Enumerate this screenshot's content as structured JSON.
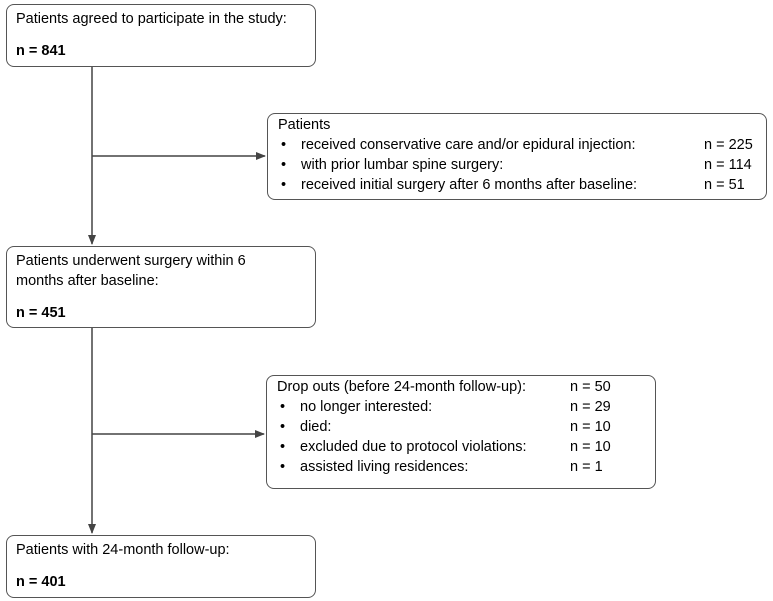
{
  "flow": {
    "step1": {
      "title": "Patients agreed to participate in the study:",
      "n": "n = 841"
    },
    "exclusion1": {
      "title": "Patients",
      "items": [
        {
          "label": "received conservative care and/or epidural injection:",
          "n": "n = 225"
        },
        {
          "label": "with prior lumbar spine surgery:",
          "n": "n = 114"
        },
        {
          "label": "received initial surgery after 6 months after baseline:",
          "n": "n = 51"
        }
      ]
    },
    "step2": {
      "title_line1": "Patients underwent  surgery within 6",
      "title_line2": "months after baseline:",
      "n": "n = 451"
    },
    "dropouts": {
      "title": "Drop outs (before 24-month follow-up):",
      "n": "n = 50",
      "items": [
        {
          "label": "no longer interested:",
          "n": "n = 29"
        },
        {
          "label": "died:",
          "n": "n = 10"
        },
        {
          "label": "excluded due to protocol violations:",
          "n": "n = 10"
        },
        {
          "label": "assisted living residences:",
          "n": "n = 1"
        }
      ]
    },
    "step3": {
      "title": "Patients with 24-month follow-up:",
      "n": "n = 401"
    }
  }
}
